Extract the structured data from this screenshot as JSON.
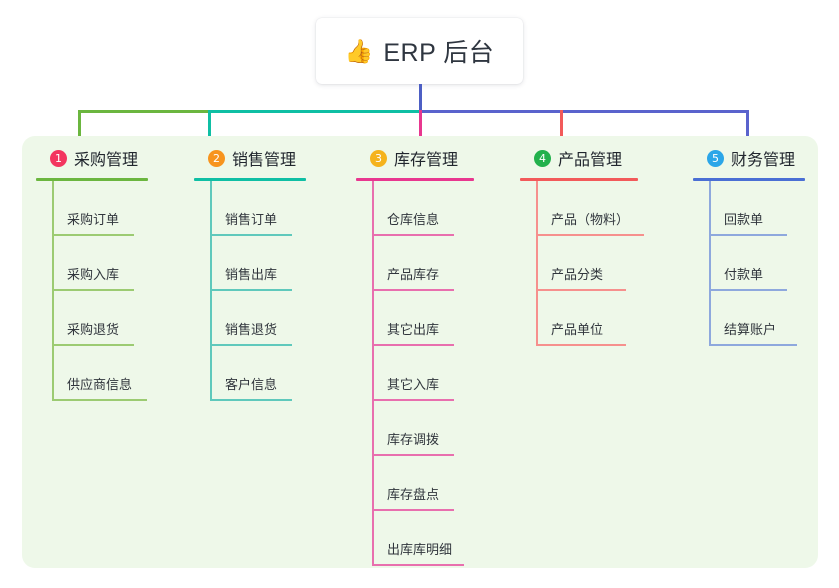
{
  "root": {
    "icon": "thumbs-up-icon",
    "icon_glyph": "👍",
    "title": "ERP 后台"
  },
  "palette": {
    "panel_bg": "#eef8e9",
    "page_bg": "#ffffff",
    "stem": "#4d5fc4",
    "text": "#31363d"
  },
  "columns": [
    {
      "number": "1",
      "title": "采购管理",
      "badge_color": "#f3355f",
      "rule_color": "#6bb63f",
      "leaf_color": "#9ccb72",
      "rule_width": 112,
      "items": [
        {
          "label": "采购订单",
          "rule_width": 82
        },
        {
          "label": "采购入库",
          "rule_width": 82
        },
        {
          "label": "采购退货",
          "rule_width": 82
        },
        {
          "label": "供应商信息",
          "rule_width": 95
        }
      ]
    },
    {
      "number": "2",
      "title": "销售管理",
      "badge_color": "#f7941e",
      "rule_color": "#0fbfa4",
      "leaf_color": "#5fc9bc",
      "rule_width": 112,
      "items": [
        {
          "label": "销售订单",
          "rule_width": 82
        },
        {
          "label": "销售出库",
          "rule_width": 82
        },
        {
          "label": "销售退货",
          "rule_width": 82
        },
        {
          "label": "客户信息",
          "rule_width": 82
        }
      ]
    },
    {
      "number": "3",
      "title": "库存管理",
      "badge_color": "#f5b31c",
      "rule_color": "#e8378f",
      "leaf_color": "#e86fae",
      "rule_width": 118,
      "items": [
        {
          "label": "仓库信息",
          "rule_width": 82
        },
        {
          "label": "产品库存",
          "rule_width": 82
        },
        {
          "label": "其它出库",
          "rule_width": 82
        },
        {
          "label": "其它入库",
          "rule_width": 82
        },
        {
          "label": "库存调拨",
          "rule_width": 82
        },
        {
          "label": "库存盘点",
          "rule_width": 82
        },
        {
          "label": "出库库明细",
          "rule_width": 92
        }
      ]
    },
    {
      "number": "4",
      "title": "产品管理",
      "badge_color": "#22b14c",
      "rule_color": "#f25a5a",
      "leaf_color": "#f6908d",
      "rule_width": 118,
      "items": [
        {
          "label": "产品（物料）",
          "rule_width": 108
        },
        {
          "label": "产品分类",
          "rule_width": 90
        },
        {
          "label": "产品单位",
          "rule_width": 90
        }
      ]
    },
    {
      "number": "5",
      "title": "财务管理",
      "badge_color": "#2ba6e8",
      "rule_color": "#4a6fd4",
      "leaf_color": "#8ea8dd",
      "rule_width": 112,
      "items": [
        {
          "label": "回款单",
          "rule_width": 78
        },
        {
          "label": "付款单",
          "rule_width": 78
        },
        {
          "label": "结算账户",
          "rule_width": 88
        }
      ]
    }
  ]
}
